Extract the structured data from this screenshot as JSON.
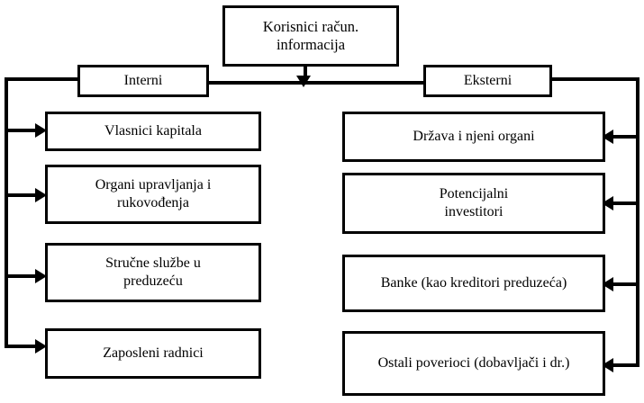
{
  "diagram": {
    "title": "Korisnici račun. informacija",
    "root": {
      "label": "Korisnici račun.\ninformacija"
    },
    "categories": {
      "internal": "Interni",
      "external": "Eksterni"
    },
    "internal_items": [
      "Vlasnici kapitala",
      "Organi upravljanja i\nrukovođenja",
      "Stručne službe u\npreduzeću",
      "Zaposleni radnici"
    ],
    "external_items": [
      "Država i njeni  organi",
      "Potencijalni\ninvestitori",
      "Banke (kao kreditori  preduzeća)",
      "Ostali poverioci (dobavljači i  dr.)"
    ],
    "colors": {
      "stroke": "#000000",
      "fill": "#ffffff",
      "text": "#000000"
    }
  }
}
